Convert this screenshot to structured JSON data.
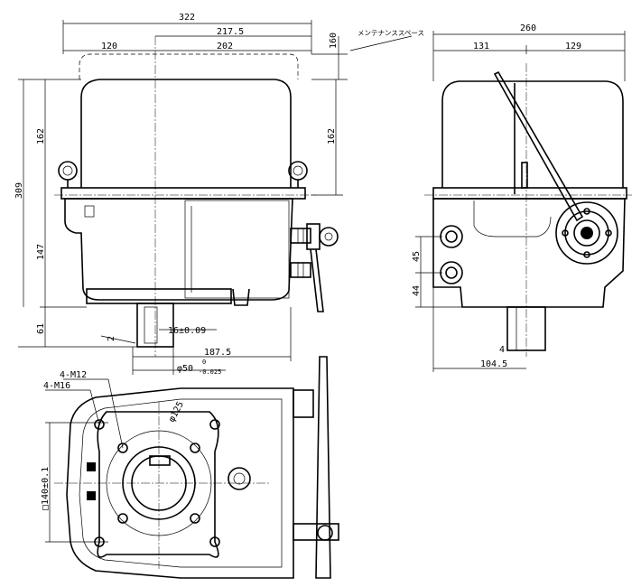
{
  "front_view": {
    "dims": {
      "overall_width": "322",
      "right_width": "217.5",
      "left_width": "120",
      "mid_width": "202",
      "maintenance_height": "160",
      "maintenance_label": "メンテナンススペース",
      "total_height": "309",
      "cover_height": "162",
      "cover_height_right": "162",
      "body_height": "147",
      "shaft_length": "61",
      "key_width": "16±0.09",
      "key_depth": "2",
      "lever_reach": "187.5",
      "shaft_dia": "φ50",
      "shaft_tol_upper": "0",
      "shaft_tol_lower": "-0.025"
    }
  },
  "side_view": {
    "dims": {
      "overall_width": "260",
      "left_width": "131",
      "right_width": "129",
      "hole_pitch_1": "45",
      "hole_pitch_2": "44",
      "shaft_offset": "104.5",
      "small_offset": "4"
    }
  },
  "bottom_view": {
    "dims": {
      "bolt_m12": "4-M12",
      "bolt_m16": "4-M16",
      "pcd": "φ125",
      "square": "□140±0.1"
    }
  }
}
